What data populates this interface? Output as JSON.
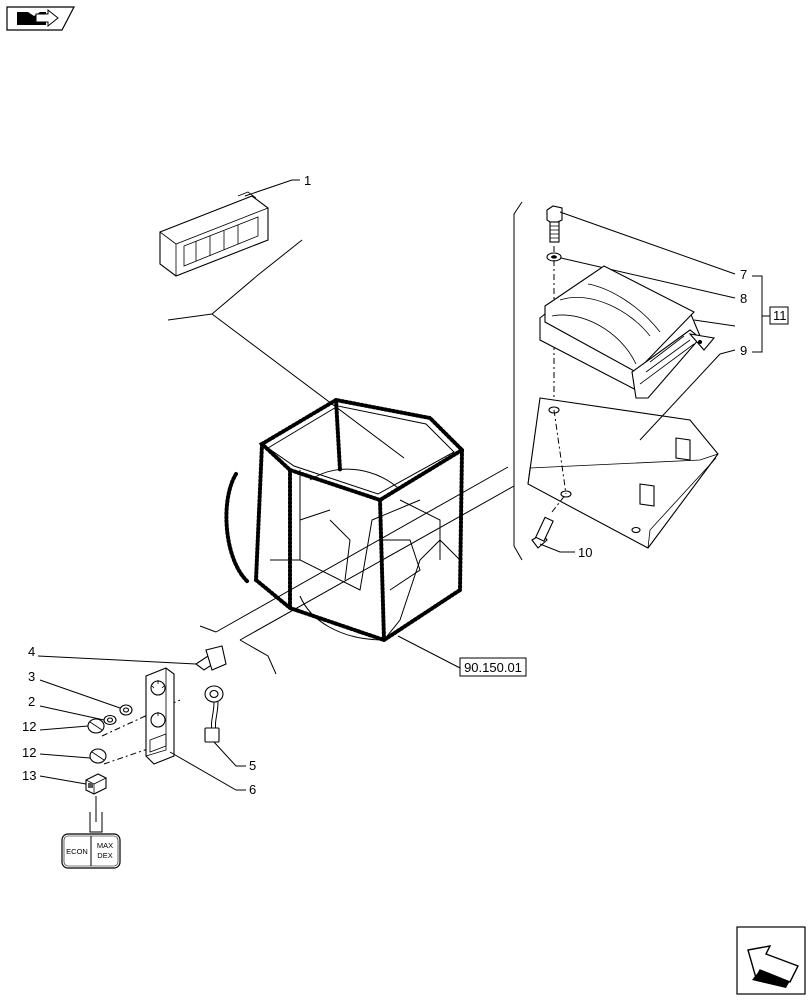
{
  "nav": {
    "top_left_icon": "book-arrow-icon",
    "bottom_right_icon": "next-page-arrow-icon"
  },
  "callouts": {
    "c1": "1",
    "c2": "2",
    "c3": "3",
    "c4": "4",
    "c5": "5",
    "c6": "6",
    "c7": "7",
    "c8": "8",
    "c9": "9",
    "c10": "10",
    "c11": "11",
    "c12a": "12",
    "c12b": "12",
    "c13": "13"
  },
  "reference": "90.150.01",
  "switch_labels": {
    "left": "ECON",
    "right_line1": "MAX",
    "right_line2": "DEX"
  }
}
